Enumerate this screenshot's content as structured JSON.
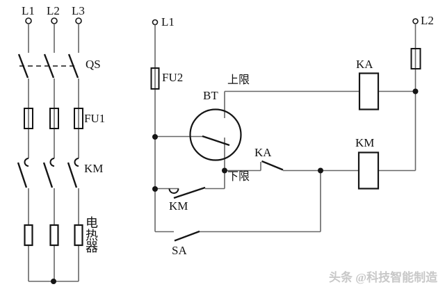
{
  "colors": {
    "background": "#ffffff",
    "wire": "#666666",
    "symbol": "#151515",
    "text": "#111111",
    "watermark": "#c8c8c8"
  },
  "power": {
    "phases": [
      "L1",
      "L2",
      "L3"
    ],
    "qs": "QS",
    "fu1": "FU1",
    "km": "KM",
    "heater": "电热器"
  },
  "control": {
    "l1": "L1",
    "l2": "L2",
    "fu2": "FU2",
    "bt": "BT",
    "upper": "上限",
    "lower": "下限",
    "ka_contact": "KA",
    "km_contact": "KM",
    "sa": "SA",
    "ka_coil": "KA",
    "km_coil": "KM"
  },
  "watermark": {
    "text": "头条 @科技智能制造"
  }
}
